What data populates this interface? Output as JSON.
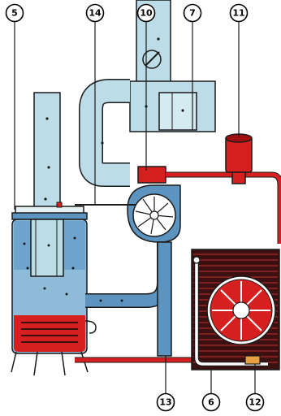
{
  "colors": {
    "water_blue": "#bcdde8",
    "water_blue_dark": "#5d93bf",
    "oil_red": "#d61f1f",
    "oil_red_dark": "#9e1010",
    "outline": "#1a1a1a",
    "fin_dark": "#3a1010"
  },
  "icons": {
    "fan": "fan-icon",
    "pump": "pump-impeller-icon",
    "valve": "butterfly-valve-icon"
  },
  "callouts": {
    "c5": "5",
    "c14": "14",
    "c10": "10",
    "c7": "7",
    "c11": "11",
    "c13": "13",
    "c6": "6",
    "c12": "12"
  }
}
